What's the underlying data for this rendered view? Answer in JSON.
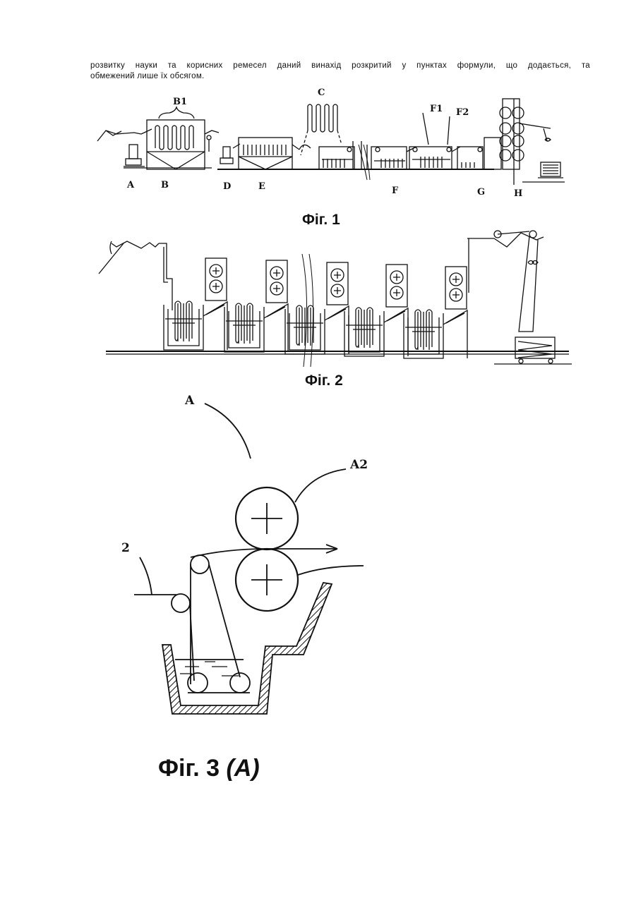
{
  "paragraph": {
    "line1": "розвитку науки та корисних ремесел даний винахід розкритий у пунктах формули, що додається, та",
    "line2": "обмежений лише їх обсягом."
  },
  "figure1": {
    "caption": "Фіг. 1",
    "labels": {
      "B1": "B1",
      "C": "C",
      "F1": "F1",
      "F2": "F2",
      "A": "A",
      "B": "B",
      "D": "D",
      "E": "E",
      "F": "F",
      "G": "G",
      "H": "H"
    }
  },
  "figure2": {
    "caption": "Фіг. 2"
  },
  "figure3": {
    "caption_main": "Фіг. 3 ",
    "caption_paren": "(A)",
    "labels": {
      "A": "A",
      "A2": "A2",
      "n2": "2"
    }
  }
}
